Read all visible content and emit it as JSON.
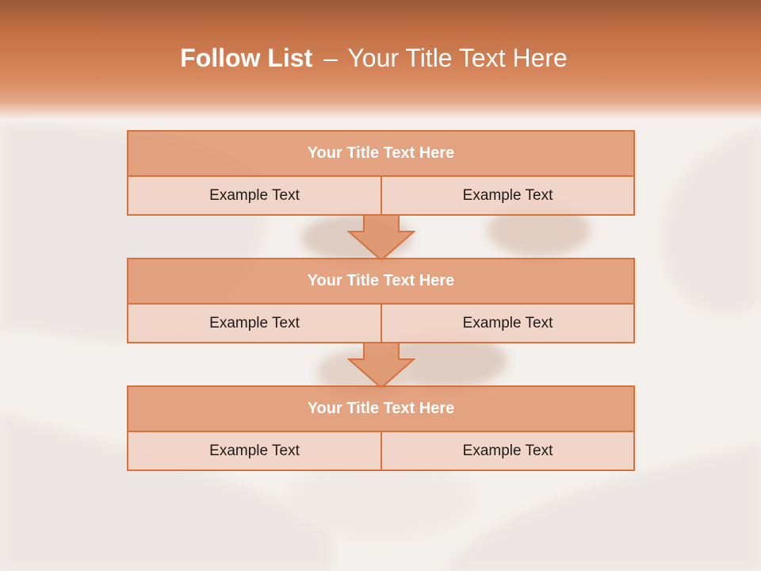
{
  "slide": {
    "title_bold": "Follow List",
    "title_dash": "–",
    "title_rest": "Your Title Text Here"
  },
  "steps": [
    {
      "title": "Your Title Text Here",
      "left": "Example Text",
      "right": "Example Text"
    },
    {
      "title": "Your Title Text Here",
      "left": "Example Text",
      "right": "Example Text"
    },
    {
      "title": "Your Title Text Here",
      "left": "Example Text",
      "right": "Example Text"
    }
  ],
  "colors": {
    "accent": "#d5733f",
    "title_fill": "#de8c62",
    "cell_fill": "#f0d0c2",
    "header_band": "#c26f44"
  },
  "icons": [
    "down-arrow-icon",
    "down-arrow-icon"
  ]
}
